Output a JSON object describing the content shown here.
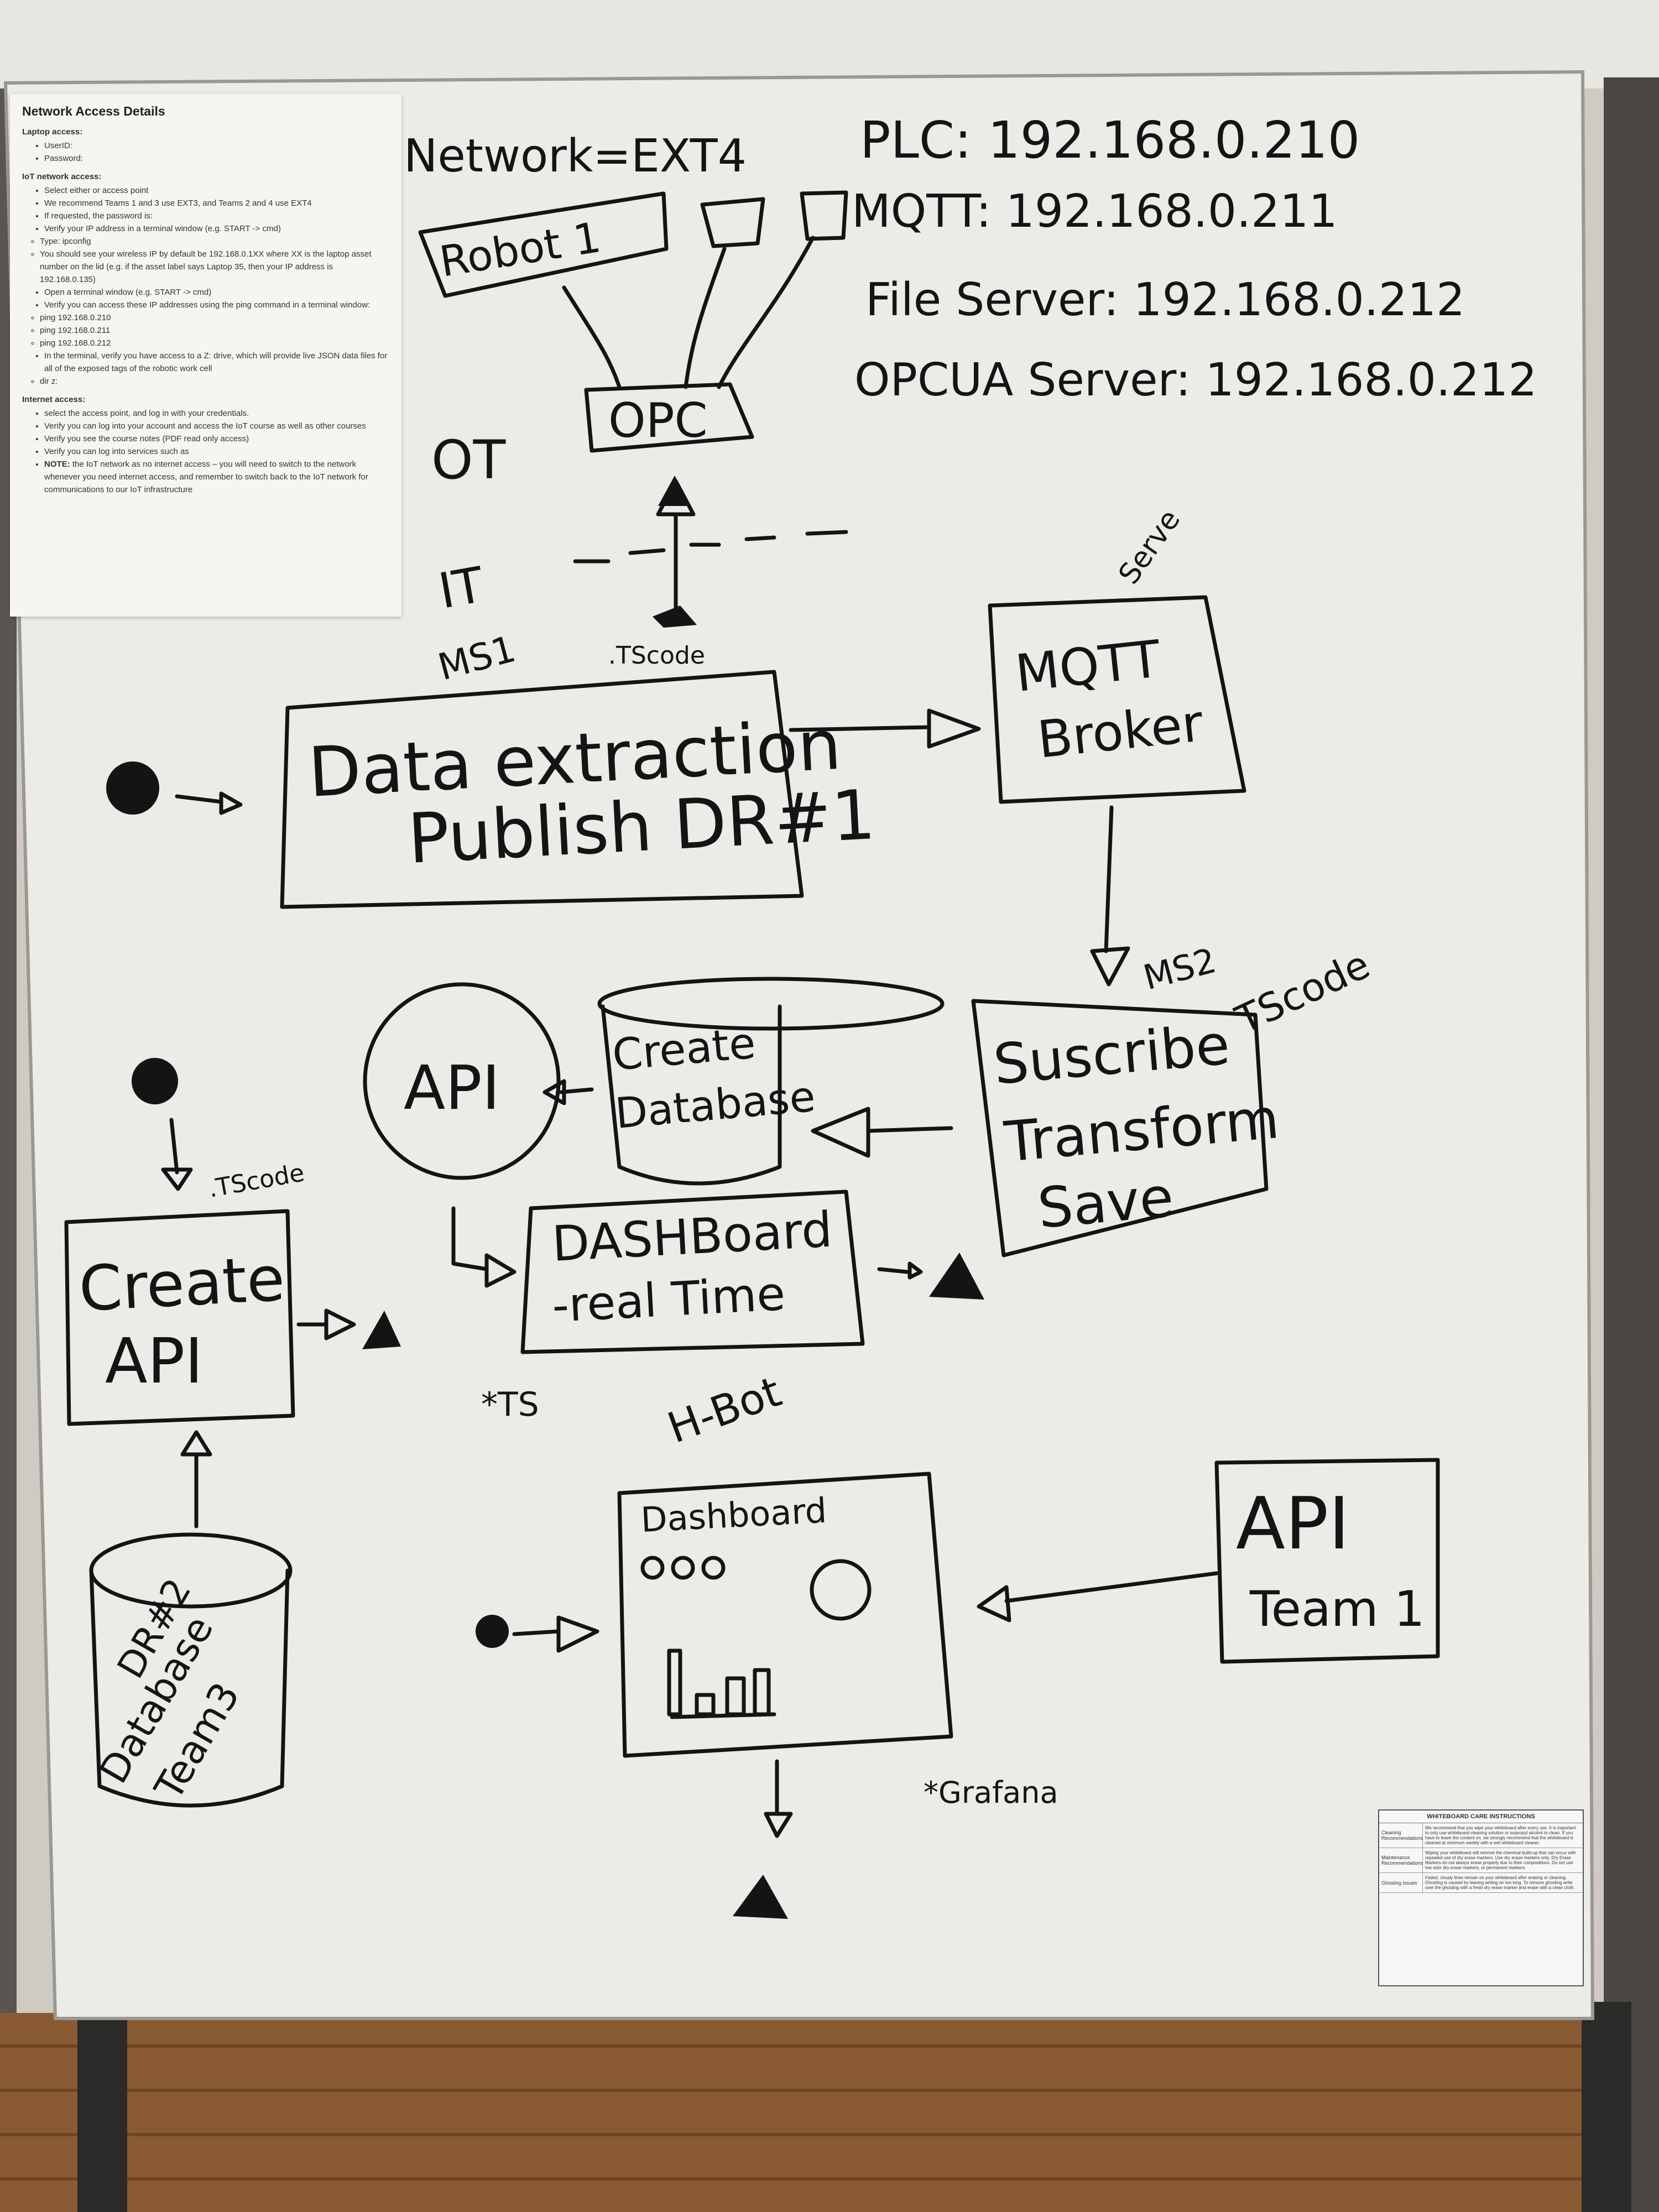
{
  "network_note": {
    "title": "Network Access Details",
    "laptop_access": "Laptop access:",
    "laptop_items": [
      "UserID:",
      "Password:"
    ],
    "iot_access": "IoT network access:",
    "iot_items": [
      "Select either                         or                          access point",
      "We recommend Teams 1 and 3 use EXT3, and Teams 2 and 4 use EXT4",
      "If requested, the password is:",
      "Verify your IP address in a terminal window (e.g. START -> cmd)"
    ],
    "iot_sub_items": [
      "Type: ipconfig",
      "You should see your wireless IP by default be 192.168.0.1XX where XX is the laptop asset number on the lid (e.g. if the asset label says        Laptop 35, then your IP address is 192.168.0.135)"
    ],
    "iot_items_2": [
      "Open a terminal window (e.g. START -> cmd)",
      "Verify you can access these IP addresses using the ping command in a terminal window:"
    ],
    "ping_items": [
      "ping 192.168.0.210",
      "ping 192.168.0.211",
      "ping 192.168.0.212"
    ],
    "iot_items_3": [
      "In the terminal, verify you have access to a Z: drive, which will provide live JSON data files for all of the exposed tags of the robotic work cell"
    ],
    "dir_items": [
      "dir z:"
    ],
    "internet_access": "Internet access:",
    "internet_items": [
      "select the                    access point, and log in with your                    credentials.",
      "Verify you can log into your                    account and access the                    IoT                    course as well as other courses",
      "Verify you see the course notes (PDF read only access)",
      "Verify you can log into              services such as"
    ],
    "note_bold": "NOTE:",
    "note_text": "the IoT network as no internet access – you will need to switch to the                    network whenever you need internet access, and remember to switch back to the IoT network for communications to our IoT infrastructure"
  },
  "header_text": {
    "network": "Network=EXT4",
    "plc": "PLC: 192.168.0.210",
    "mqtt": "MQTT: 192.168.0.211",
    "file_server": "File Server: 192.168.0.212",
    "opcua": "OPCUA Server: 192.168.0.212"
  },
  "zones": {
    "ot": "OT",
    "it": "IT"
  },
  "nodes": {
    "robot": "Robot 1",
    "opc": "OPC",
    "ms1": "MS1",
    "tscode_1": ".TScode",
    "data_extraction_1": "Data extraction",
    "data_extraction_2": "Publish DR#1",
    "serve": "Serve",
    "mqtt_broker_1": "MQTT",
    "mqtt_broker_2": "Broker",
    "ms2": "MS2",
    "tscode_2": "TScode",
    "subscribe_1": "Suscribe",
    "subscribe_2": "Transform",
    "subscribe_3": "Save",
    "api": "API",
    "create_db_1": "Create",
    "create_db_2": "Database",
    "dashboard_rt_1": "DASHBoard",
    "dashboard_rt_2": "-real Time",
    "tscode_3": ".TScode",
    "create_api_1": "Create",
    "create_api_2": "API",
    "ts_note": "*TS",
    "hbot": "H-Bot",
    "grafana_title": "Dashboard",
    "grafana_note": "*Grafana",
    "api_team_1": "API",
    "api_team_2": "Team 1",
    "db_team_1": "DR#2",
    "db_team_2": "Database",
    "db_team_3": "Team3"
  },
  "care_card": {
    "title": "WHITEBOARD CARE INSTRUCTIONS",
    "rows": [
      {
        "label": "Cleaning Recommendations",
        "text": "We recommend that you wipe your whiteboard after every use. It is important to only use whiteboard cleaning solution or isopropyl alcohol to clean. If you have to leave the content on, we strongly recommend that the whiteboard is cleaned at minimum weekly with a wet whiteboard cleaner."
      },
      {
        "label": "Maintenance Recommendations",
        "text": "Wiping your whiteboard will remove the chemical build-up that can occur with repeated use of dry erase markers. Use dry erase markers only. Dry Erase Markers do not always erase properly due to their compositions. Do not use low odor dry erase markers, or permanent markers."
      },
      {
        "label": "Ghosting Issues",
        "text": "Faded, cloudy lines remain on your whiteboard after erasing or cleaning. Ghosting is caused by leaving writing on too long. To remove ghosting write over the ghosting with a fresh dry erase marker and erase with a clean cloth."
      }
    ]
  }
}
